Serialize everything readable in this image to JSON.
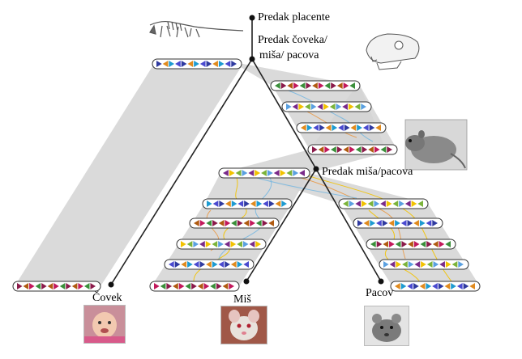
{
  "labels": {
    "placental_ancestor": "Predak placente",
    "human_mouse_rat_ancestor_line1": "Predak čoveka/",
    "human_mouse_rat_ancestor_line2": "miša/ pacova",
    "mouse_rat_ancestor": "Predak miša/pacova",
    "human": "Čovek",
    "mouse": "Miš",
    "rat": "Pacov"
  },
  "colors": {
    "band": "#d4d4d4",
    "branch": "#222222",
    "segment_palette": [
      "#2f3aa0",
      "#7a2a8a",
      "#c2185b",
      "#e08a1e",
      "#f2c200",
      "#3a8f3a",
      "#1d9bd1",
      "#7bb33a",
      "#8b1a4a",
      "#4a4ad0",
      "#5aa0e0",
      "#b05a10"
    ],
    "synteny_lines": [
      "#f2c200",
      "#7ab8e0",
      "#e89a4a"
    ]
  },
  "icons": [
    "skeleton-icon",
    "skull-icon",
    "rodent-photo",
    "baby-photo",
    "mouse-photo",
    "rat-photo"
  ]
}
